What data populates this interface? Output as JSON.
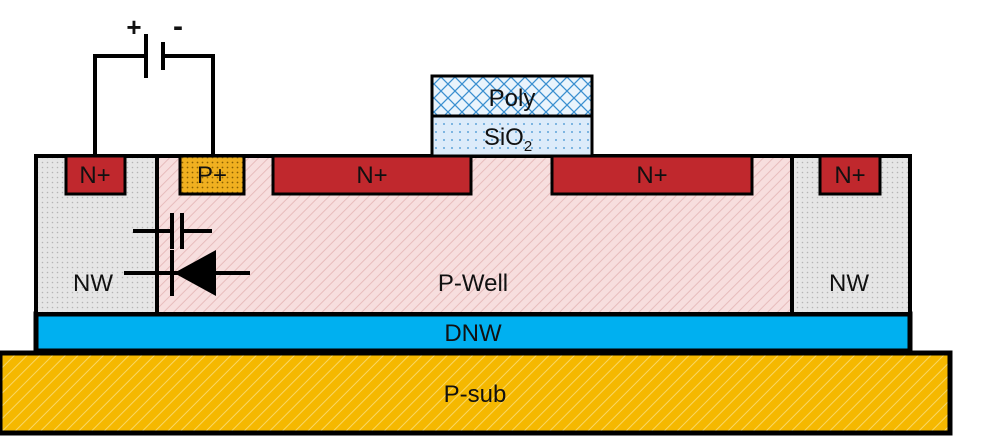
{
  "diagram": {
    "labels": {
      "nw_left": "NW",
      "nw_right": "NW",
      "nplus_left": "N+",
      "pplus": "P+",
      "nplus_source": "N+",
      "nplus_drain": "N+",
      "nplus_right": "N+",
      "pwell": "P-Well",
      "dnw": "DNW",
      "psub": "P-sub",
      "poly": "Poly",
      "oxide_base": "SiO",
      "oxide_sub": "2",
      "battery_plus": "+",
      "battery_minus": "-"
    },
    "colors": {
      "psub": "#f5b800",
      "dnw": "#00b0f0",
      "pwell": "#f7dede",
      "pwell_hatch": "#e7bcbc",
      "nwell": "#e6e6e6",
      "nplus": "#c0282d",
      "pplus": "#f0b020",
      "poly_hatch": "#3a8fd0",
      "oxide": "#dcebfa",
      "outline": "#000000"
    },
    "icons": [
      "battery-icon",
      "capacitor-icon",
      "diode-icon"
    ]
  }
}
